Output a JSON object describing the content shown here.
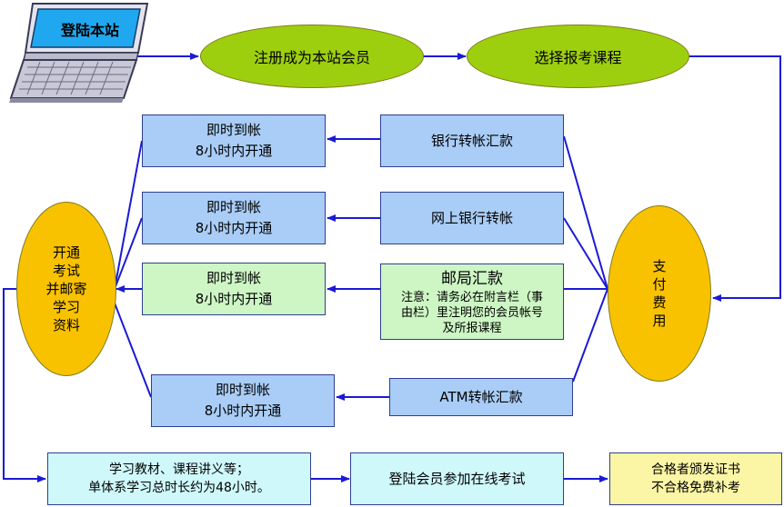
{
  "laptop_label": "登陆本站",
  "register": "注册成为本站会员",
  "choose_course": "选择报考课程",
  "pay_lines": [
    "支",
    "付",
    "费",
    "用"
  ],
  "open_lines": [
    "开通",
    "考试",
    "并邮寄",
    "学习",
    "资料"
  ],
  "payment_methods": [
    {
      "label": "银行转帐汇款",
      "result_line1": "即时到帐",
      "result_line2": "8小时内开通"
    },
    {
      "label": "网上银行转帐",
      "result_line1": "即时到帐",
      "result_line2": "8小时内开通"
    },
    {
      "label": "邮局汇款",
      "note_line1": "注意：请务必在附言栏（事",
      "note_line2": "由栏）里注明您的会员帐号",
      "note_line3": "及所报课程",
      "result_line1": "即时到帐",
      "result_line2": "8小时内开通"
    },
    {
      "label": "ATM转帐汇款",
      "result_line1": "即时到帐",
      "result_line2": "8小时内开通"
    }
  ],
  "study_line1": "学习教材、课程讲义等；",
  "study_line2": "单体系学习总时长约为48小时。",
  "exam": "登陆会员参加在线考试",
  "cert_line1": "合格者颁发证书",
  "cert_line2": "不合格免费补考",
  "colors": {
    "line": "#1a1ad6",
    "box_border": "#2e3f8f",
    "ellipse_green": "#9ecf0f",
    "ellipse_gold": "#f9c200"
  }
}
